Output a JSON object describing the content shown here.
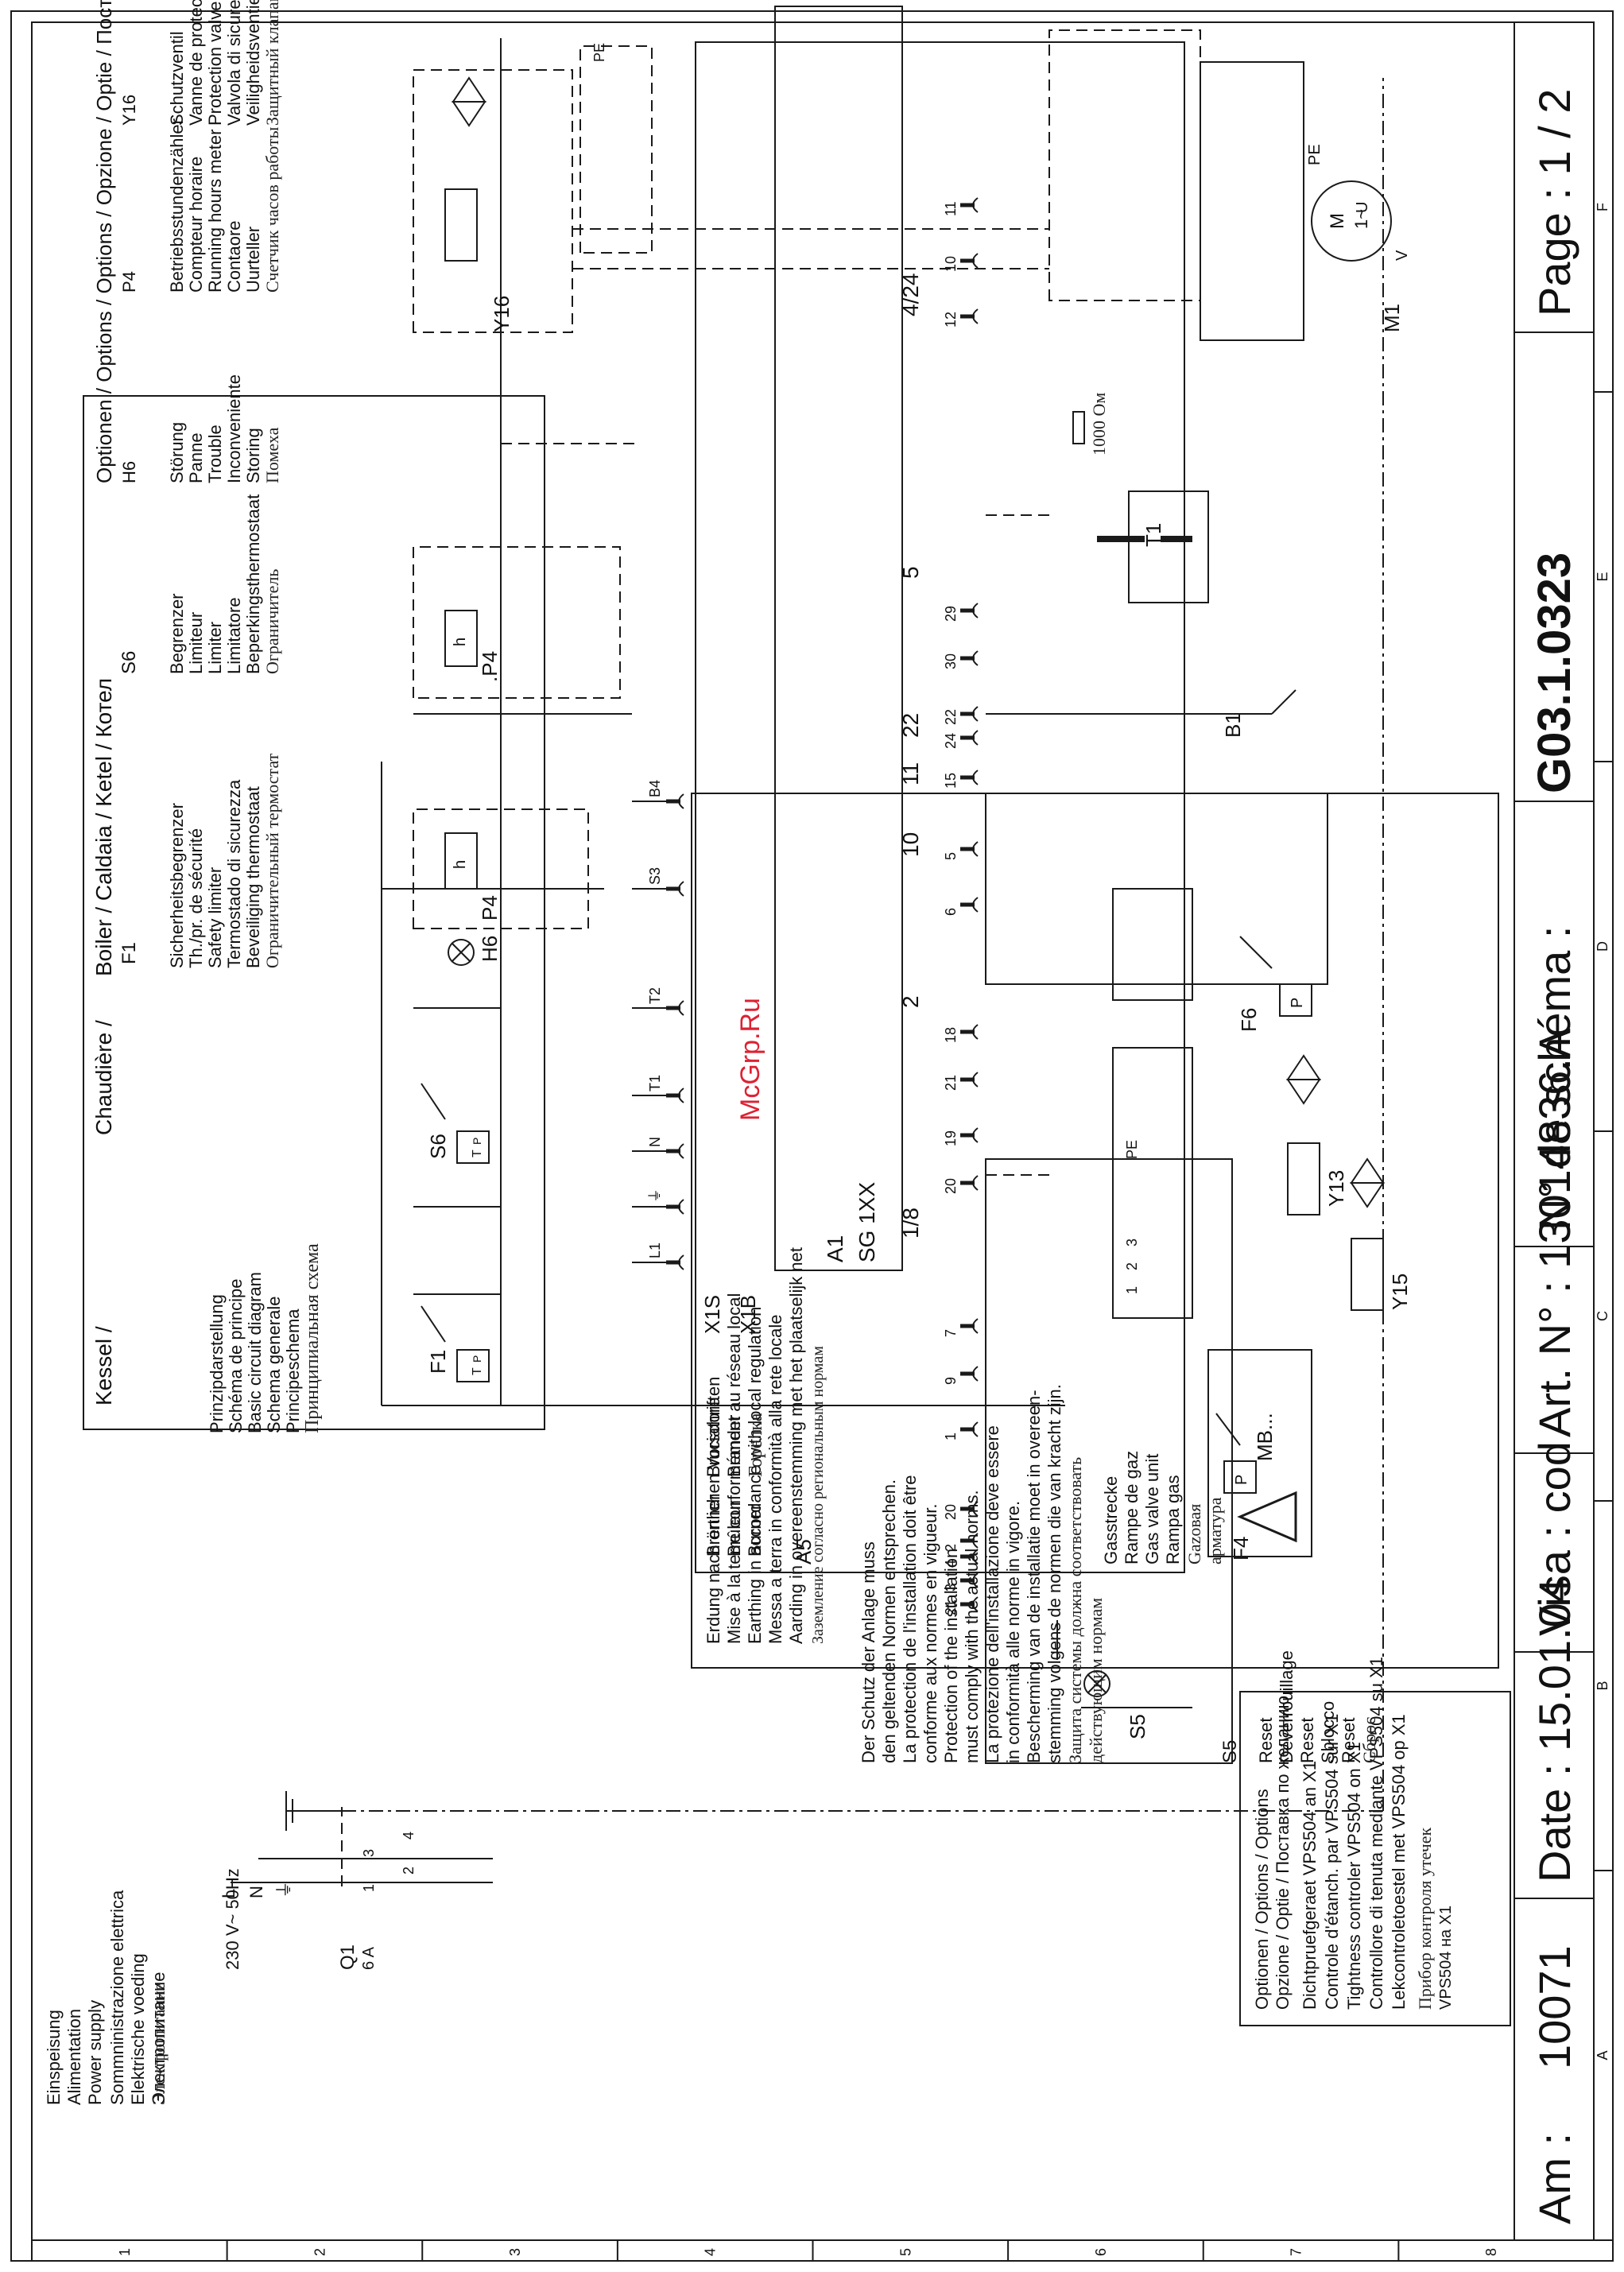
{
  "watermark": "McGrp.Ru",
  "grid": {
    "columns": [
      "1",
      "2",
      "3",
      "4",
      "5",
      "6",
      "7",
      "8"
    ],
    "rows": [
      "A",
      "B",
      "C",
      "D",
      "E",
      "F"
    ]
  },
  "power_supply": {
    "labels": [
      "Einspeisung",
      "Alimentation",
      "Power supply",
      "Sommninistrazione elettrica",
      "Elektrische voeding",
      "Электропитание"
    ],
    "voltage": "230 V~  50Hz",
    "terminals": [
      "L",
      "N",
      "⏚"
    ],
    "breaker": {
      "name": "Q1",
      "rating": "6 A",
      "pins": [
        "1",
        "2",
        "3",
        "4"
      ]
    }
  },
  "legend_boiler": {
    "header": [
      "Kessel /",
      "Chaudière /",
      "Boiler  /  Caldaia  /  Ketel  /  Котел"
    ],
    "f1_code": "F1",
    "f1_items": [
      "Sicherheitsbegrenzer",
      "Th./pr. de sécurité",
      "Safety limiter",
      "Termostado di sicurezza",
      "Beveiliging thermostaat",
      "Ограничительный термостат"
    ],
    "s6_code": "S6",
    "s6_items": [
      "Begrenzer",
      "Limiteur",
      "Limiter",
      "Limitatore",
      "Beperkingsthermostaat",
      "Ограничитель"
    ],
    "schema_items": [
      "Prinzipdarstellung",
      "Schéma de principe",
      "Basic circuit diagram",
      "Schema generale",
      "Principeschema",
      "Принципиальная схема"
    ]
  },
  "legend_options": {
    "header": "Optionen / Options / Options / Opzione / Optie / Поставка по желанию",
    "h6_code": "H6",
    "h6_items": [
      "Störung",
      "Panne",
      "Trouble",
      "Inconveniente",
      "Storing",
      "Помеха"
    ],
    "p4_code": "P4",
    "p4_items": [
      "Betriebsstundenzähler",
      "Compteur horaire",
      "Running hours meter",
      "Contaore",
      "Uurteller",
      "Счетчик часов работы"
    ],
    "y16_code": "Y16",
    "y16_items": [
      "Schutzventil",
      "Vanne de protection",
      "Protection valve",
      "Valvola di sicurezza",
      "Veiligheidsventiel",
      "Защитный клапан"
    ]
  },
  "burner": {
    "labels": [
      "Brenner",
      "Brûleur",
      "Burner",
      "Bruciatore",
      "Brander",
      "Горелка"
    ],
    "a5": "A5",
    "x1s": "X1S",
    "x1b": "X1B",
    "a1": "A1",
    "controller": "SG 1XX",
    "plug_groups": [
      "1/8",
      "2",
      "10",
      "11",
      "22",
      "5",
      "4/24"
    ],
    "x1s_pins": [
      "L1",
      "⏚",
      "N",
      "T1",
      "T2",
      "S3",
      "B4"
    ],
    "x1b_pins": [
      "21",
      "3",
      "4",
      "2",
      "20",
      "1",
      "9",
      "7",
      "20",
      "19",
      "21",
      "18",
      "6",
      "5",
      "15",
      "30",
      "29",
      "12",
      "10",
      "11",
      "24",
      "22"
    ]
  },
  "components": {
    "f1": "F1",
    "s6": "S6",
    "h6": "H6",
    "p4a": "P4",
    "p4b": ".P4",
    "y16": "Y16",
    "s5": "S5",
    "f4": "F4",
    "f6": "F6",
    "b1": "B1",
    "t1": "T1",
    "m1": "M1",
    "y13": "Y13",
    "y15": "Y15",
    "resistor": "1000 Ом",
    "motor_label": "M\n1~",
    "motor_terminals": [
      "U",
      "V",
      "PE"
    ],
    "mb_label": "MB...",
    "hour_meter_symbol": "h",
    "pressure_symbol": "P"
  },
  "gas_legend": [
    "Gasstrecke",
    "Rampe de gaz",
    "Gas valve unit",
    "Rampa gas",
    "Gazовая",
    "арматура"
  ],
  "reset_legend": {
    "code": "S5",
    "items": [
      "Reset",
      "Déverrouillage",
      "Reset",
      "Sblocco",
      "Reset",
      "Сброс"
    ]
  },
  "earthing_note": [
    "Erdung nach örtlichen Vorschriften",
    "Mise à la terre conformément au réseau local",
    "Earthing in accordance with local regulation",
    "Messa a terra in conformità alla rete locale",
    "Aarding in overeenstemming met het plaatselijk net",
    "Заземление согласно региональным нормам"
  ],
  "standards_note": [
    "Der Schutz der Anlage muss",
    "den geltenden Normen entsprechen.",
    "La protection de l'installation doit être",
    "conforme aux normes en vigueur.",
    "Protection of the installation",
    "must comply with the actual norms.",
    "La protezione dell'installazione deve essere",
    "in conformità alle norme in vigore.",
    "Bescherming van de installatie moet in overeen-",
    "stemming volgens de normen die van kracht zijn.",
    "Защита системы должна соответствовать",
    "действующим нормам"
  ],
  "options_box": [
    "Optionen / Options / Options",
    "Opzione / Optie / Поставка по желанию",
    "Dichtpruefgeraet VPS504 an X1",
    "Controle d'étanch. par VPS504 sur X1",
    "Tightness controler VPS504 on X1",
    "Controllore di tenuta mediante VPS504 su X1",
    "Lekcontroletoestel met VPS504 op X1",
    "Прибор контроля утечек",
    "VPS504 на X1"
  ],
  "title_block": {
    "am_label": "Am :",
    "am_value": "10071",
    "date": "Date : 15.01.04",
    "visa": "Visa : cod",
    "art": "Art. N° :  13014836.A",
    "schema": "N° de schéma :",
    "schema_value": "G03.1.0323",
    "page": "Page :  1  /  2"
  },
  "colors": {
    "line": "#1a1a1a",
    "paper": "#ffffff",
    "watermark": "#d22a2a"
  }
}
